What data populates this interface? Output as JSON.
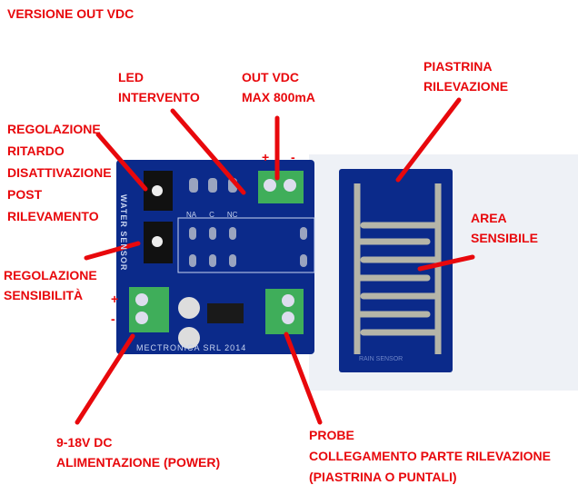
{
  "title": "VERSIONE OUT VDC",
  "labels": {
    "led": [
      "LED",
      "INTERVENTO"
    ],
    "out_vdc": [
      "OUT VDC",
      "MAX 800mA"
    ],
    "piastrina": [
      "PIASTRINA",
      "RILEVAZIONE"
    ],
    "ritardo": [
      "REGOLAZIONE",
      "RITARDO",
      "DISATTIVAZIONE",
      "POST",
      "RILEVAMENTO"
    ],
    "area": [
      "AREA",
      "SENSIBILE"
    ],
    "sensibilita": [
      "REGOLAZIONE",
      "SENSIBILITÀ"
    ],
    "power": [
      "9-18V DC",
      "ALIMENTAZIONE (POWER)"
    ],
    "probe": [
      "PROBE",
      "COLLEGAMENTO PARTE RILEVAZIONE",
      "(PIASTRINA O PUNTALI)"
    ]
  },
  "board": {
    "side_text": "WATER SENSOR",
    "relay_pins": [
      "NA",
      "C",
      "NC"
    ],
    "plus": "+",
    "minus": "-",
    "bottom_text": "MECTRONICA SRL 2014",
    "plate_text": "RAIN SENSOR"
  },
  "colors": {
    "label": "#e8080c",
    "pcb": "#0b2a8a",
    "terminal": "#3fae5a"
  }
}
